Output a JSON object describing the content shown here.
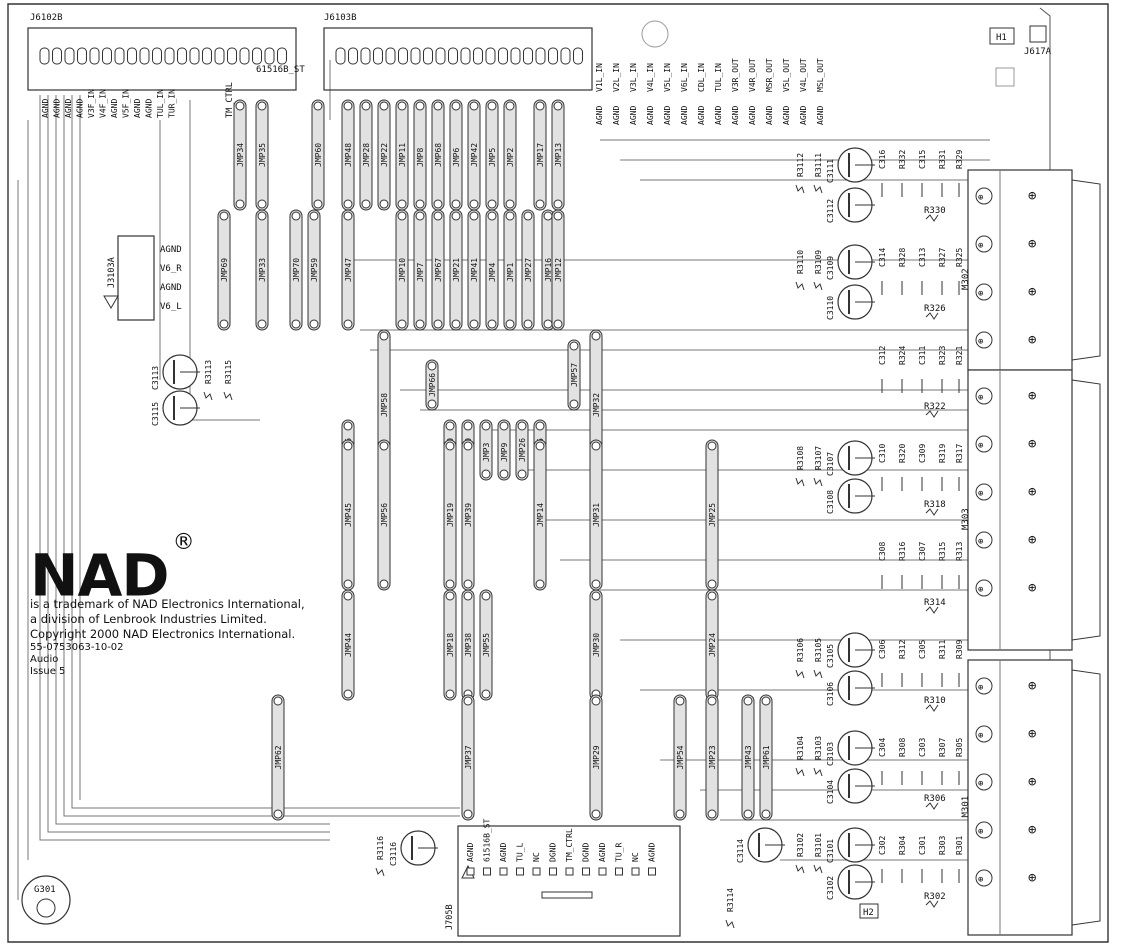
{
  "connectors": {
    "j6102b": "J6102B",
    "j6103b": "J6103B",
    "j705b": "J705B",
    "j3103a": "J3103A",
    "j617a": "J617A"
  },
  "mounting": {
    "h1": "H1",
    "h2": "H2",
    "g301": "G301"
  },
  "bus_tag": "61516B_ST",
  "tm_ctrl": "TM_CTRL",
  "j6102b_pins": [
    "AGND",
    "AGND",
    "AGND",
    "AGND",
    "V3F_IN",
    "V4F_IN",
    "AGND",
    "V5F_IN",
    "AGND",
    "AGND",
    "TUL_IN",
    "TUR_IN"
  ],
  "j6103b_ground_pins": [
    "AGND",
    "AGND",
    "AGND",
    "AGND",
    "AGND",
    "AGND",
    "AGND",
    "AGND",
    "AGND",
    "AGND",
    "AGND",
    "AGND",
    "AGND",
    "AGND"
  ],
  "j6103b_signal_pins": [
    "V1L_IN",
    "V2L_IN",
    "V3L_IN",
    "V4L_IN",
    "V5L_IN",
    "V6L_IN",
    "CDL_IN",
    "TUL_IN",
    "V3R_OUT",
    "V4R_OUT",
    "MSR_OUT",
    "V5L_OUT",
    "V4L_OUT",
    "MSL_OUT"
  ],
  "j3103a_pins": [
    "AGND",
    "V6_R",
    "AGND",
    "V6_L"
  ],
  "j705b_pins": [
    "AGND",
    "61516B_ST",
    "AGND",
    "TU_L",
    "NC",
    "DGND",
    "TM_CTRL",
    "DGND",
    "AGND",
    "TU_R",
    "NC",
    "AGND"
  ],
  "jumpers": {
    "top_row": [
      "JMP34",
      "JMP35",
      "JMP60",
      "JMP48",
      "JMP28",
      "JMP22",
      "JMP11",
      "JMP8",
      "JMP68",
      "JMP6",
      "JMP42",
      "JMP5",
      "JMP2",
      "JMP17",
      "JMP13"
    ],
    "row2": [
      "JMP69",
      "JMP33",
      "JMP70",
      "JMP59",
      "JMP47",
      "JMP10",
      "JMP7",
      "JMP67",
      "JMP21",
      "JMP41",
      "JMP4",
      "JMP1",
      "JMP27",
      "JMP16",
      "JMP12"
    ],
    "row3": [
      "JMP66",
      "JMP57",
      "JMP46",
      "JMP58",
      "JMP20",
      "JMP40",
      "JMP3",
      "JMP9",
      "JMP26",
      "JMP15",
      "JMP32"
    ],
    "row4": [
      "JMP45",
      "JMP56",
      "JMP19",
      "JMP39",
      "JMP14",
      "JMP31",
      "JMP25"
    ],
    "row5": [
      "JMP44",
      "JMP18",
      "JMP38",
      "JMP55",
      "JMP30",
      "JMP24"
    ],
    "row6": [
      "JMP62",
      "JMP37",
      "JMP29",
      "JMP54",
      "JMP23",
      "JMP43",
      "JMP61"
    ]
  },
  "components": {
    "caps_electrolytic": [
      "C3111",
      "C3112",
      "C3109",
      "C3110",
      "C3113",
      "C3115",
      "C3107",
      "C3108",
      "C3105",
      "C3106",
      "C3103",
      "C3104",
      "C3101",
      "C3102",
      "C3116",
      "C3114"
    ],
    "resistors_main": [
      "R3112",
      "R3111",
      "R3110",
      "R3109",
      "R3113",
      "R3115",
      "R3108",
      "R3107",
      "R3106",
      "R3105",
      "R3104",
      "R3103",
      "R3102",
      "R3101",
      "R3116",
      "R3114"
    ],
    "caps_small": [
      "C316",
      "C315",
      "C314",
      "C313",
      "C312",
      "C311",
      "C310",
      "C309",
      "C308",
      "C307",
      "C306",
      "C305",
      "C304",
      "C303",
      "C302",
      "C301"
    ],
    "resistors_small": [
      "R332",
      "R331",
      "R329",
      "R330",
      "R328",
      "R327",
      "R325",
      "R326",
      "R324",
      "R323",
      "R321",
      "R322",
      "R320",
      "R319",
      "R317",
      "R318",
      "R316",
      "R315",
      "R313",
      "R314",
      "R312",
      "R311",
      "R309",
      "R310",
      "R308",
      "R307",
      "R305",
      "R306",
      "R304",
      "R303",
      "R301",
      "R302"
    ],
    "modules": [
      "M303",
      "M301",
      "M302"
    ]
  },
  "brand": {
    "logo": "NAD",
    "reg": "®",
    "line1": "is a trademark of NAD Electronics International,",
    "line2": "a division of Lenbrook Industries Limited.",
    "line3": "Copyright 2000 NAD Electronics International.",
    "part": "55-0753063-10-02",
    "dept": "Audio",
    "issue": "Issue 5"
  }
}
